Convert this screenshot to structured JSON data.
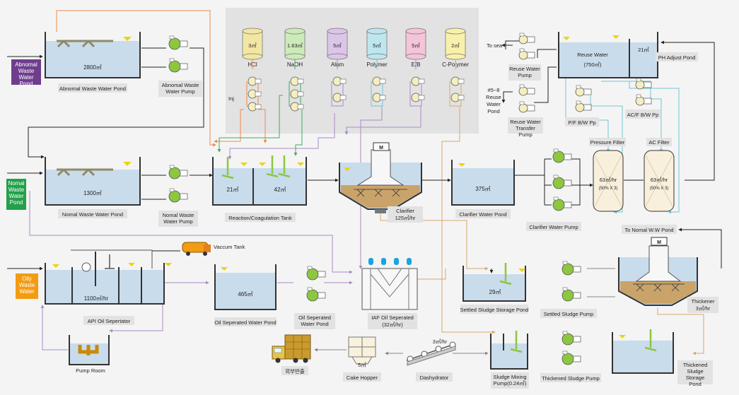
{
  "colors": {
    "water": "#c9dcec",
    "tank_wall": "#333333",
    "label_bg": "#e2e2e2",
    "pump_green": "#8dc63f",
    "pump_cream": "#f4eec0",
    "source_purple": "#6f3d8e",
    "source_green": "#22a04a",
    "source_orange": "#f39c12",
    "line_orange": "#f08a4b",
    "line_purple": "#a98ac9",
    "line_green": "#3cae5a",
    "line_cyan": "#6fc6d4",
    "line_tan": "#d9a86c",
    "line_dark": "#222222",
    "line_gray": "#888888",
    "sludge": "#c9a36a",
    "chem_hcl": "#f2e7a2",
    "chem_naoh": "#cdeab9",
    "chem_alum": "#dcc6e8",
    "chem_polymer": "#bfe6ef",
    "chem_eb": "#f4c4d8",
    "chem_cpolymer": "#f8f1ac"
  },
  "sources": {
    "abnormal": "Abnomal Waste Water Pond",
    "normal": "Nomal Waste Water Pond",
    "oily": "Oily Waste Water"
  },
  "chemicals": [
    {
      "name": "HCl",
      "volume": "3㎥"
    },
    {
      "name": "NaOH",
      "volume": "1.63㎥"
    },
    {
      "name": "Alum",
      "volume": "5㎥"
    },
    {
      "name": "Polymer",
      "volume": "5㎥"
    },
    {
      "name": "E/B",
      "volume": "5㎥"
    },
    {
      "name": "C-Polymer",
      "volume": "2㎥"
    }
  ],
  "inj": "Inj",
  "tanks": {
    "abnormal_pond": {
      "value": "2800㎥",
      "label": "Abnomal Waste  Water Pond"
    },
    "normal_pond": {
      "value": "1300㎥",
      "label": "Nomal Waste  Water Pond"
    },
    "reaction": {
      "value1": "21㎥",
      "value2": "42㎥",
      "label": "Reaction/Coagulation Tank"
    },
    "clarifier": {
      "label": "Clarifier",
      "rate": "125㎥/hr",
      "motor": "M"
    },
    "clarifier_pond": {
      "value": "375㎥",
      "label": "Clarifier Water Pond"
    },
    "reuse": {
      "value": "Reuse Water",
      "value2": "(750㎥)",
      "ph_value": "21㎥",
      "ph_label": "PH Adjust Pond"
    },
    "api": {
      "value": "1100㎥/hr",
      "label": "API Oil Sepertator"
    },
    "oil_pond": {
      "value": "465㎥",
      "label": "Oil Seperated Water Pond"
    },
    "iaf": {
      "label": "IAF Oil Seperated",
      "rate": "(32㎥/hr)"
    },
    "settled": {
      "value": "29㎥",
      "label": "Settled Sludge  Storage Pond"
    },
    "thickener": {
      "label": "Thickener",
      "rate": "3㎥/hr",
      "motor": "M"
    },
    "thickened": {
      "label": "Thickened Sludge Storage Pond"
    },
    "mixing": {
      "label": "Sludge Mixing Pump(0.24㎥)"
    },
    "pump_room": {
      "label": "Pump Room"
    }
  },
  "filters": {
    "pressure": {
      "title": "Pressure Filter",
      "rate": "63㎥/hr",
      "sub": "(50% X 3)"
    },
    "ac": {
      "title": "AC Filter",
      "rate": "63㎥/hr",
      "sub": "(50% X 3)"
    }
  },
  "labels": {
    "abnormal_pump": "Abnomal Waste Water Pump",
    "normal_pump": "Nomal Waste Water Pump",
    "clarifier_pump": "Clarifier Water Pump",
    "reuse_pump": "Reuse Water Pump",
    "reuse_transfer": "Reuse Water Transfer Pump",
    "pf_pump": "P/F  B/W Pp",
    "acf_pump": "AC/F B/W Pp",
    "to_sea": "To sea",
    "reuse_pond_58": "#5~8 Reuse Water Pond",
    "to_normal": "To Nomal W.W Pond",
    "vacuum_tank": "Vaccum Tank",
    "oil_pond_pump": "Oil Seperated Water Pond",
    "settled_pump": "Settled Sludge  Pump",
    "thickened_pump": "Thickened Sludge  Pump",
    "dashydrator": "Dashydrator",
    "dash_rate": "3㎥/hr",
    "cake_hopper": "Cake Hopper",
    "cake_value": "5㎥",
    "truck": "외부반출"
  }
}
